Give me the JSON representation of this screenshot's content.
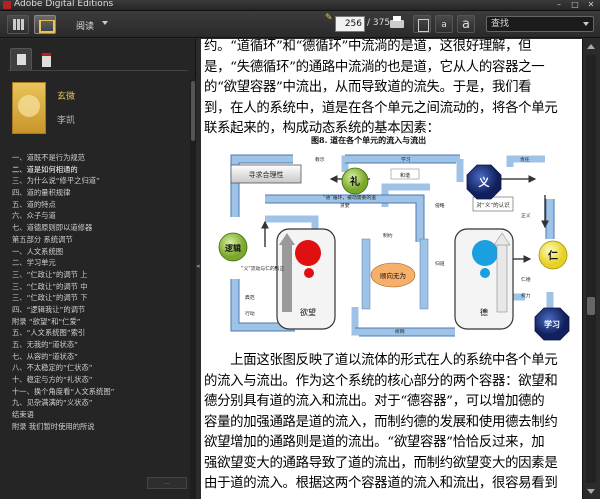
{
  "window": {
    "title": "Adobe Digital Editions",
    "min_glyph": "–",
    "max_glyph": "□",
    "close_glyph": "✕"
  },
  "toolbar": {
    "mode_label": "阅读",
    "bookmark_glyph": "✎",
    "page_current": "256",
    "page_total": "/ 375",
    "font_small_label": "a",
    "font_large_label": "a",
    "search_value": "查找"
  },
  "sidebar": {
    "book_title": "玄微",
    "book_author": "李凯",
    "bottom_label": "…",
    "toc": [
      "一、道既不是行为规范",
      "二、道是如何相通的",
      "三、为什么说“修平之归道”",
      "四、道的量积规律",
      "五、道的特点",
      "六、众子与道",
      "七、道德原则即以道修器",
      "第五部分  系统调节",
      "一、人文系统图",
      "二、学习单元",
      "三、“仁政让”的调节  上",
      "三、“仁政让”的调节  中",
      "三、“仁政让”的调节  下",
      "四、“逻辑我让”的调节",
      "附录  “欲望”和“仁爱”",
      "五、“人文系统图”索引",
      "五、无我的“道状态”",
      "七、从容的“道状态”",
      "八、不太稳定的“仁状态”",
      "十、稳定与方的“礼状态”",
      "十一、换个角度看“人文系统图”",
      "九、见杂满满的“义状态”",
      "结束语",
      "附录  我们暂时使用的所说"
    ],
    "current_index": 1
  },
  "page": {
    "top_lines": [
      "约。“道循环”和“德循环”中流淌的是道，这很好理解，但",
      "是，“失德循环”的通路中流淌的也是道，它从人的容器之一",
      "的“欲望容器”中流出，从而导致道的流失。于是，我们看",
      "到，在人的系统中，道是在各个单元之间流动的，将各个单元",
      "联系起来的，构成动态系统的基本因素："
    ],
    "figure_caption": "图8.   道在各个单元的流入与流出",
    "bottom_lines": [
      "　　上面这张图反映了道以流体的形式在人的系统中各个单元",
      "的流入与流出。作为这个系统的核心部分的两个容器：欲望和",
      "德分别具有道的流入和流出。对于“德容器”，可以增加德的",
      "容量的加强通路是道的流入，而制约德的发展和使用德去制约",
      "欲望增加的通路则是道的流出。“欲望容器”恰恰反过来，加",
      "强欲望变大的通路导致了道的流出，而制约欲望变大的因素是",
      "由于道的流入。根据这两个容器道的流入和流出，很容易看到"
    ]
  },
  "diagram": {
    "node_li": "礼",
    "node_yi": "义",
    "node_ren": "仁",
    "node_luoji": "逻辑",
    "node_xuexi": "学习",
    "node_yuwang": "欲望",
    "node_de": "德",
    "node_shunqi": "顺向无为",
    "box_xunqiu": "寻求合理性",
    "box_duiyi": "对“义”的认识",
    "box_hexie": "和谐",
    "label_xuexi": "学习",
    "label_jiaoshi": "教示",
    "label_dexun": "“德”循环，被动需要的道",
    "label_yiyu": "“义”流动与仁的纠正",
    "label_zhiyue": "制约",
    "label_zeren": "责任",
    "label_dianfan": "典范",
    "label_xingdong": "行动",
    "label_xiuwang": "修网",
    "label_quanli": "权力",
    "label_tanlan": "贪婪",
    "label_qinlv": "侵略",
    "label_zhengyi": "正义",
    "label_rende": "仁德",
    "label_guidao": "归道"
  },
  "colors": {
    "accent": "#e8c25a",
    "red_container": "#e01010",
    "cyan_container": "#1aa0e0",
    "node_green": "#8ab830",
    "node_yellow": "#f0e030",
    "node_navy": "#1a2a80",
    "node_teal": "#1a5aa0",
    "flow_blue": "#a8c8e8"
  }
}
